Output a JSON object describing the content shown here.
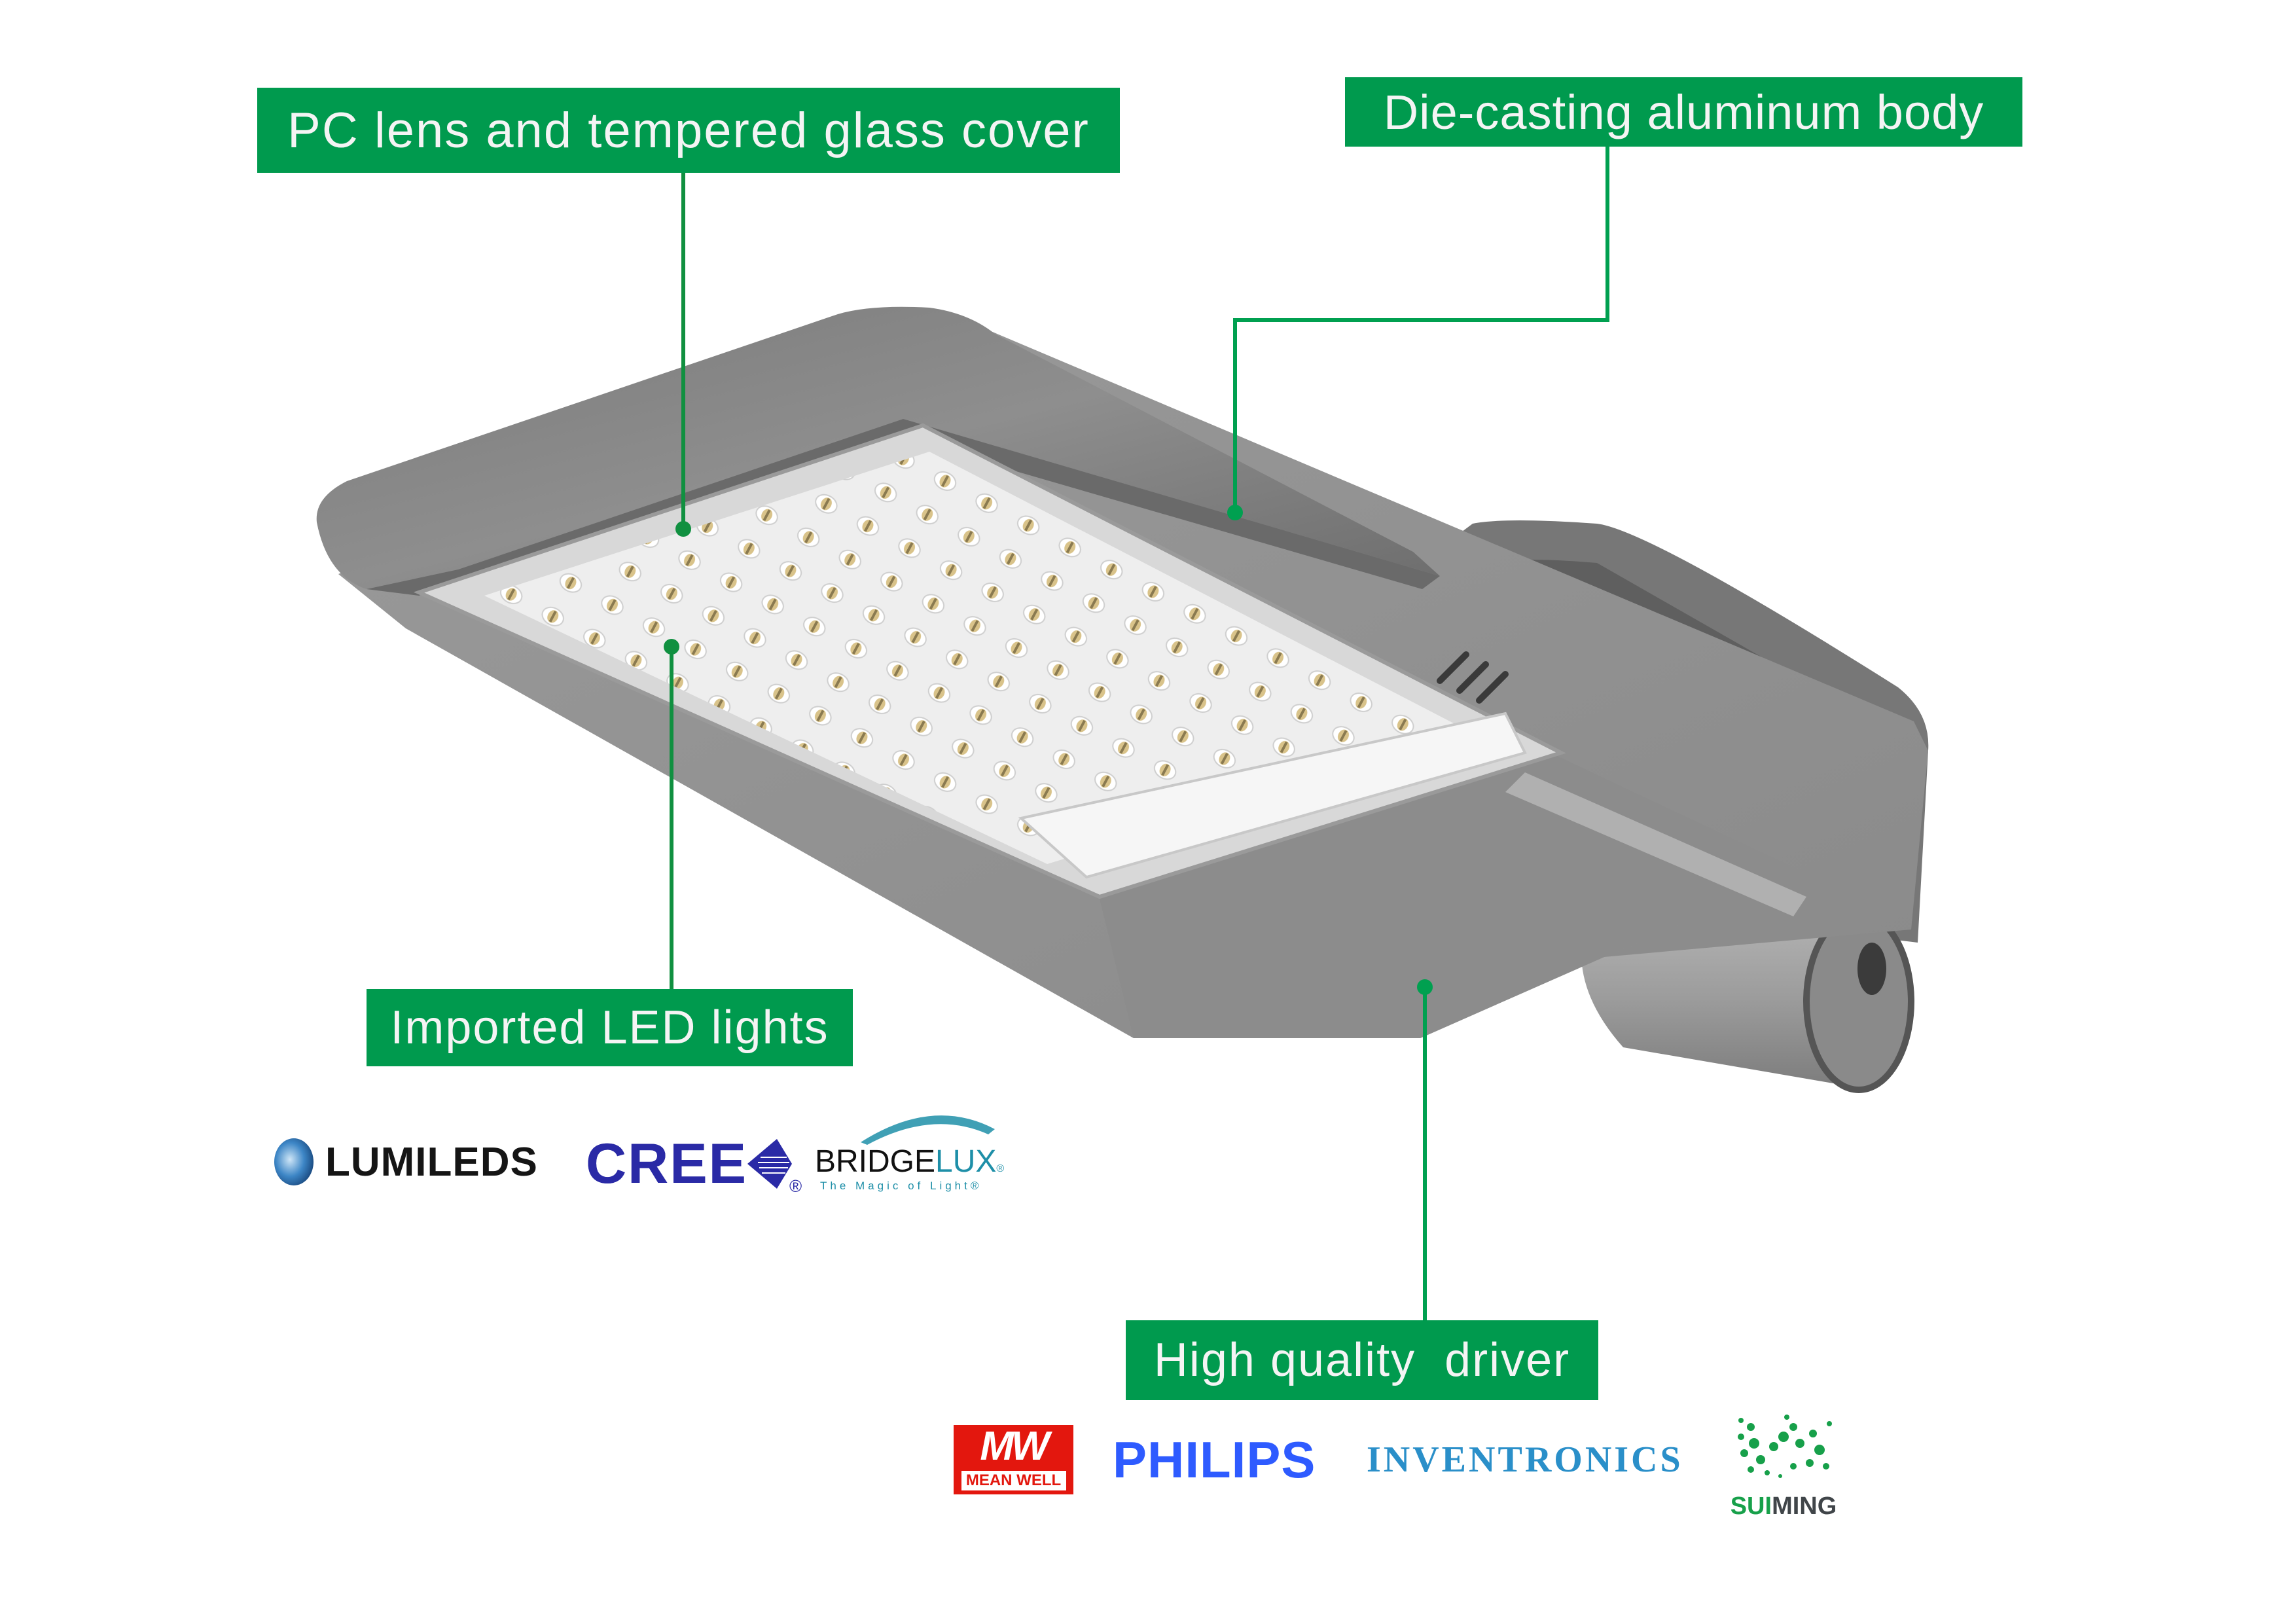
{
  "callouts": {
    "lens_cover": "PC lens and tempered glass cover",
    "body": "Die-casting aluminum body",
    "led": "Imported LED lights",
    "driver": "High quality  driver"
  },
  "led_brands": {
    "lumileds": "LUMILEDS",
    "cree": "CREE",
    "cree_mark": "®",
    "bridgelux_main": "BRIDGE",
    "bridgelux_accent": "LUX",
    "bridgelux_mark": "®",
    "bridgelux_tagline": "The Magic of Light®"
  },
  "driver_brands": {
    "meanwell_mark": "MW",
    "meanwell_name": "MEAN WELL",
    "philips": "PHILIPS",
    "inventronics": "INVENTRONICS",
    "suiming_accent": "SUI",
    "suiming_rest": "MING"
  },
  "colors": {
    "label_bg": "#009a4e",
    "leader_line": "#109040",
    "housing": "#8f8f8f",
    "meanwell_red": "#e3170e",
    "philips_blue": "#2e5bff",
    "inventronics_blue": "#2a8fc9",
    "suiming_green": "#17a04a",
    "cree_blue": "#2a2aa6",
    "bridgelux_teal": "#1e8fa8"
  }
}
